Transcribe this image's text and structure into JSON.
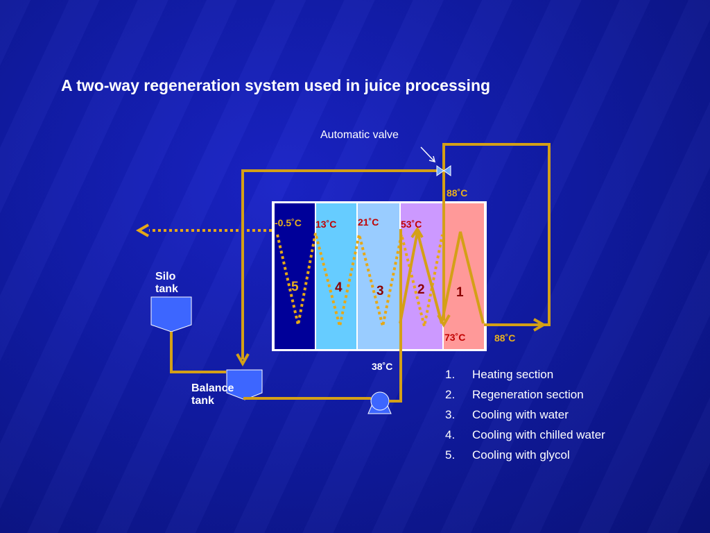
{
  "title": "A two-way regeneration system used in juice processing",
  "labels": {
    "automatic_valve": "Automatic valve",
    "silo_tank_line1": "Silo",
    "silo_tank_line2": "tank",
    "balance_tank_line1": "Balance",
    "balance_tank_line2": "tank"
  },
  "temperatures": {
    "glycol_outlet": "-0.5˚C",
    "chilled_water": "13˚C",
    "cooling_water": "21˚C",
    "regeneration_top": "53˚C",
    "holding_inlet": "88˚C",
    "holding_outlet": "88˚C",
    "regeneration_bottom": "73˚C",
    "pump_outlet": "38˚C"
  },
  "sections": [
    {
      "number": "1",
      "name": "Heating section",
      "color": "#ff9999"
    },
    {
      "number": "2",
      "name": "Regeneration section",
      "color": "#cc99ff"
    },
    {
      "number": "3",
      "name": "Cooling with water",
      "color": "#99ccff"
    },
    {
      "number": "4",
      "name": "Cooling with chilled water",
      "color": "#66ccff"
    },
    {
      "number": "5",
      "name": "Cooling with glycol",
      "color": "#000099"
    }
  ],
  "legend": [
    {
      "num": "1.",
      "text": "Heating section"
    },
    {
      "num": "2.",
      "text": "Regeneration section"
    },
    {
      "num": "3.",
      "text": "Cooling with water"
    },
    {
      "num": "4.",
      "text": "Cooling with chilled water"
    },
    {
      "num": "5.",
      "text": "Cooling with glycol"
    }
  ],
  "colors": {
    "pipe": "#d4a017",
    "temp_label": "#e8b020",
    "temp_label_dark": "#c00000",
    "section_num_light": "#d4a017",
    "section_num_dark": "#8b0000",
    "tank_fill": "#3d66ff",
    "text": "#ffffff"
  }
}
